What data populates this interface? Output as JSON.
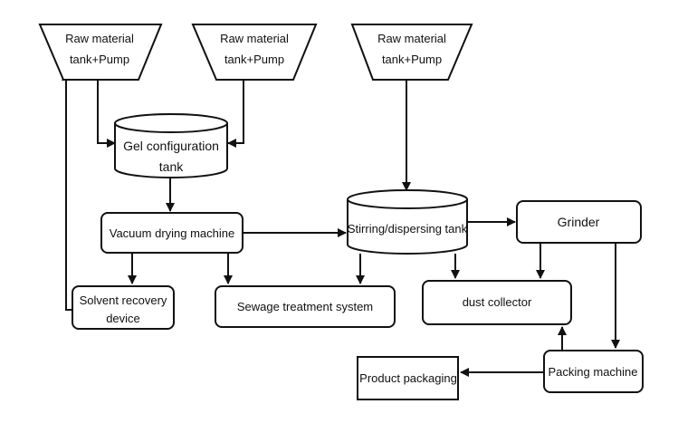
{
  "nodes": {
    "raw1": {
      "line1": "Raw material",
      "line2": "tank+Pump"
    },
    "raw2": {
      "line1": "Raw material",
      "line2": "tank+Pump"
    },
    "raw3": {
      "line1": "Raw material",
      "line2": "tank+Pump"
    },
    "gel": {
      "line1": "Gel configuration",
      "line2": "tank"
    },
    "vacuum": {
      "label": "Vacuum drying machine"
    },
    "stirring": {
      "label": "Stirring/dispersing tank"
    },
    "grinder": {
      "label": "Grinder"
    },
    "solvent": {
      "line1": "Solvent recovery",
      "line2": "device"
    },
    "sewage": {
      "label": "Sewage treatment system"
    },
    "dust": {
      "label": "dust collector"
    },
    "packing": {
      "label": "Packing machine"
    },
    "product": {
      "label": "Product packaging"
    }
  }
}
